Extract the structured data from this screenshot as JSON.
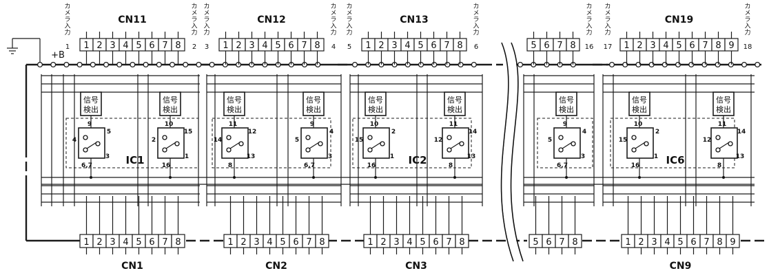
{
  "top_connectors": [
    {
      "name": "CN11",
      "pins": [
        "1",
        "2",
        "3",
        "4",
        "5",
        "6",
        "7",
        "8"
      ],
      "cam_left": "カメラ入力",
      "cam_left_num": "1",
      "cam_right": "カメラ入力",
      "cam_right_num": "2"
    },
    {
      "name": "CN12",
      "pins": [
        "1",
        "2",
        "3",
        "4",
        "5",
        "6",
        "7",
        "8"
      ],
      "cam_left": "カメラ入力",
      "cam_left_num": "3",
      "cam_right": "カメラ入力",
      "cam_right_num": "4"
    },
    {
      "name": "CN13",
      "pins": [
        "1",
        "2",
        "3",
        "4",
        "5",
        "6",
        "7",
        "8"
      ],
      "cam_left": "カメラ入力",
      "cam_left_num": "5",
      "cam_right": "カメラ入力",
      "cam_right_num": "6"
    },
    {
      "name": "",
      "pins": [
        "5",
        "6",
        "7",
        "8"
      ],
      "cam_left": "",
      "cam_left_num": "",
      "cam_right": "カメラ入力",
      "cam_right_num": "16"
    },
    {
      "name": "CN19",
      "pins": [
        "1",
        "2",
        "3",
        "4",
        "5",
        "6",
        "7",
        "8",
        "9"
      ],
      "cam_left": "カメラ入力",
      "cam_left_num": "17",
      "cam_right": "カメラ入力",
      "cam_right_num": "18"
    }
  ],
  "bottom_connectors": [
    {
      "name": "CN1",
      "pins": [
        "1",
        "2",
        "3",
        "4",
        "5",
        "6",
        "7",
        "8"
      ]
    },
    {
      "name": "CN2",
      "pins": [
        "1",
        "2",
        "3",
        "4",
        "5",
        "6",
        "7",
        "8"
      ]
    },
    {
      "name": "CN3",
      "pins": [
        "1",
        "2",
        "3",
        "4",
        "5",
        "6",
        "7",
        "8"
      ]
    },
    {
      "name": "",
      "pins": [
        "5",
        "6",
        "7",
        "8"
      ]
    },
    {
      "name": "CN9",
      "pins": [
        "1",
        "2",
        "3",
        "4",
        "5",
        "6",
        "7",
        "8",
        "9"
      ]
    }
  ],
  "ics": [
    "IC1",
    "IC2",
    "IC6"
  ],
  "signal_detect_label": [
    "信号",
    "検出"
  ],
  "supply_label": "+B",
  "switch_pins": [
    {
      "top": "9",
      "right": "5",
      "left": "4",
      "bottom": "6,7",
      "br": "3"
    },
    {
      "top": "10",
      "right": "15",
      "left": "2",
      "bottom": "16",
      "br": "1"
    },
    {
      "top": "11",
      "right": "12",
      "left": "14",
      "bottom": "8",
      "br": "13"
    },
    {
      "top": "9",
      "right": "4",
      "left": "5",
      "bottom": "6,7",
      "br": "3"
    },
    {
      "top": "10",
      "right": "2",
      "left": "15",
      "bottom": "16",
      "br": "1"
    },
    {
      "top": "11",
      "right": "14",
      "left": "12",
      "bottom": "8",
      "br": "13"
    },
    {
      "top": "9",
      "right": "4",
      "left": "5",
      "bottom": "6,7",
      "br": "3"
    },
    {
      "top": "10",
      "right": "2",
      "left": "15",
      "bottom": "16",
      "br": "1"
    },
    {
      "top": "11",
      "right": "14",
      "left": "12",
      "bottom": "8",
      "br": "13"
    }
  ]
}
